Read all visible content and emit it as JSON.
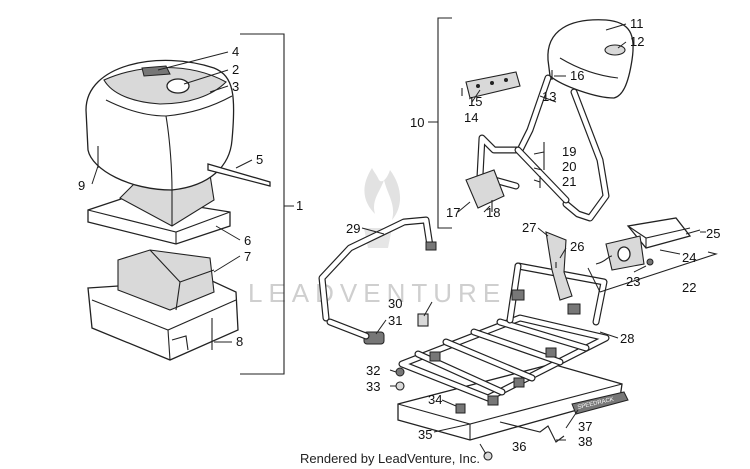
{
  "watermark_text": "LEADVENTURE",
  "credit_text": "Rendered by LeadVenture, Inc.",
  "callouts": [
    "1",
    "2",
    "3",
    "4",
    "5",
    "6",
    "7",
    "8",
    "9",
    "10",
    "11",
    "12",
    "13",
    "14",
    "15",
    "16",
    "17",
    "18",
    "19",
    "20",
    "21",
    "22",
    "23",
    "24",
    "25",
    "26",
    "27",
    "28",
    "29",
    "30",
    "31",
    "32",
    "33",
    "34",
    "35",
    "36",
    "37",
    "38"
  ],
  "decal_text": "SPEEDRACK"
}
